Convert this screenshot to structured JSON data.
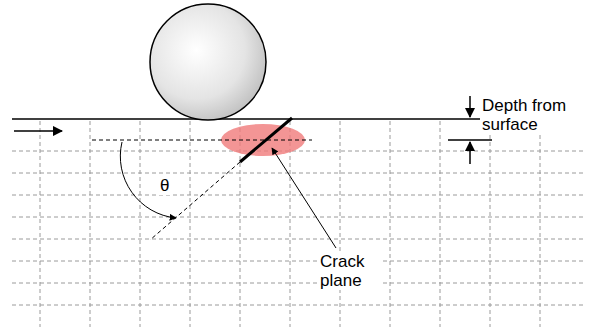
{
  "diagram": {
    "labels": [
      "Depth from surface",
      "θ",
      "Crack plane"
    ]
  }
}
